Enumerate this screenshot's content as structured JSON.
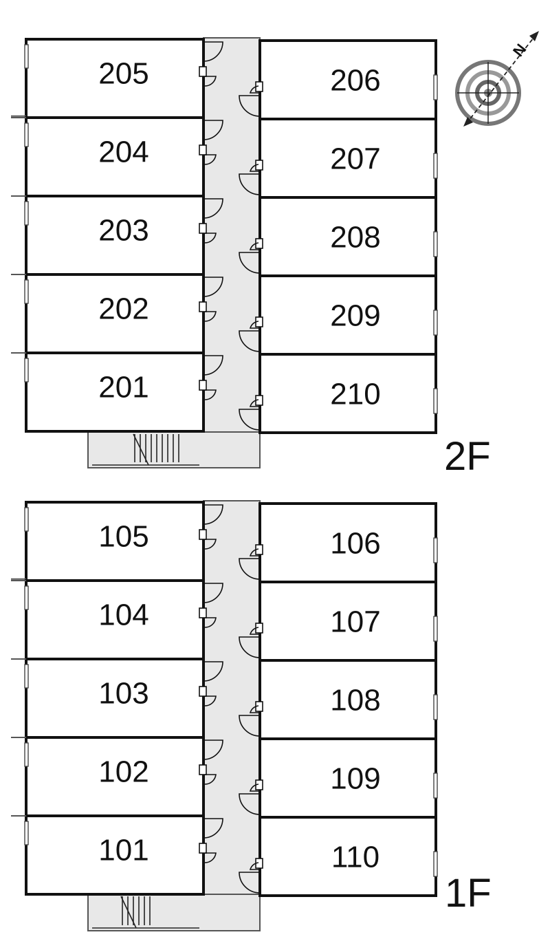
{
  "compass": {
    "north_label": "N"
  },
  "floors": [
    {
      "label": "2F",
      "left_units": [
        "205",
        "204",
        "203",
        "202",
        "201"
      ],
      "right_units": [
        "206",
        "207",
        "208",
        "209",
        "210"
      ]
    },
    {
      "label": "1F",
      "left_units": [
        "105",
        "104",
        "103",
        "102",
        "101"
      ],
      "right_units": [
        "106",
        "107",
        "108",
        "109",
        "110"
      ]
    }
  ]
}
